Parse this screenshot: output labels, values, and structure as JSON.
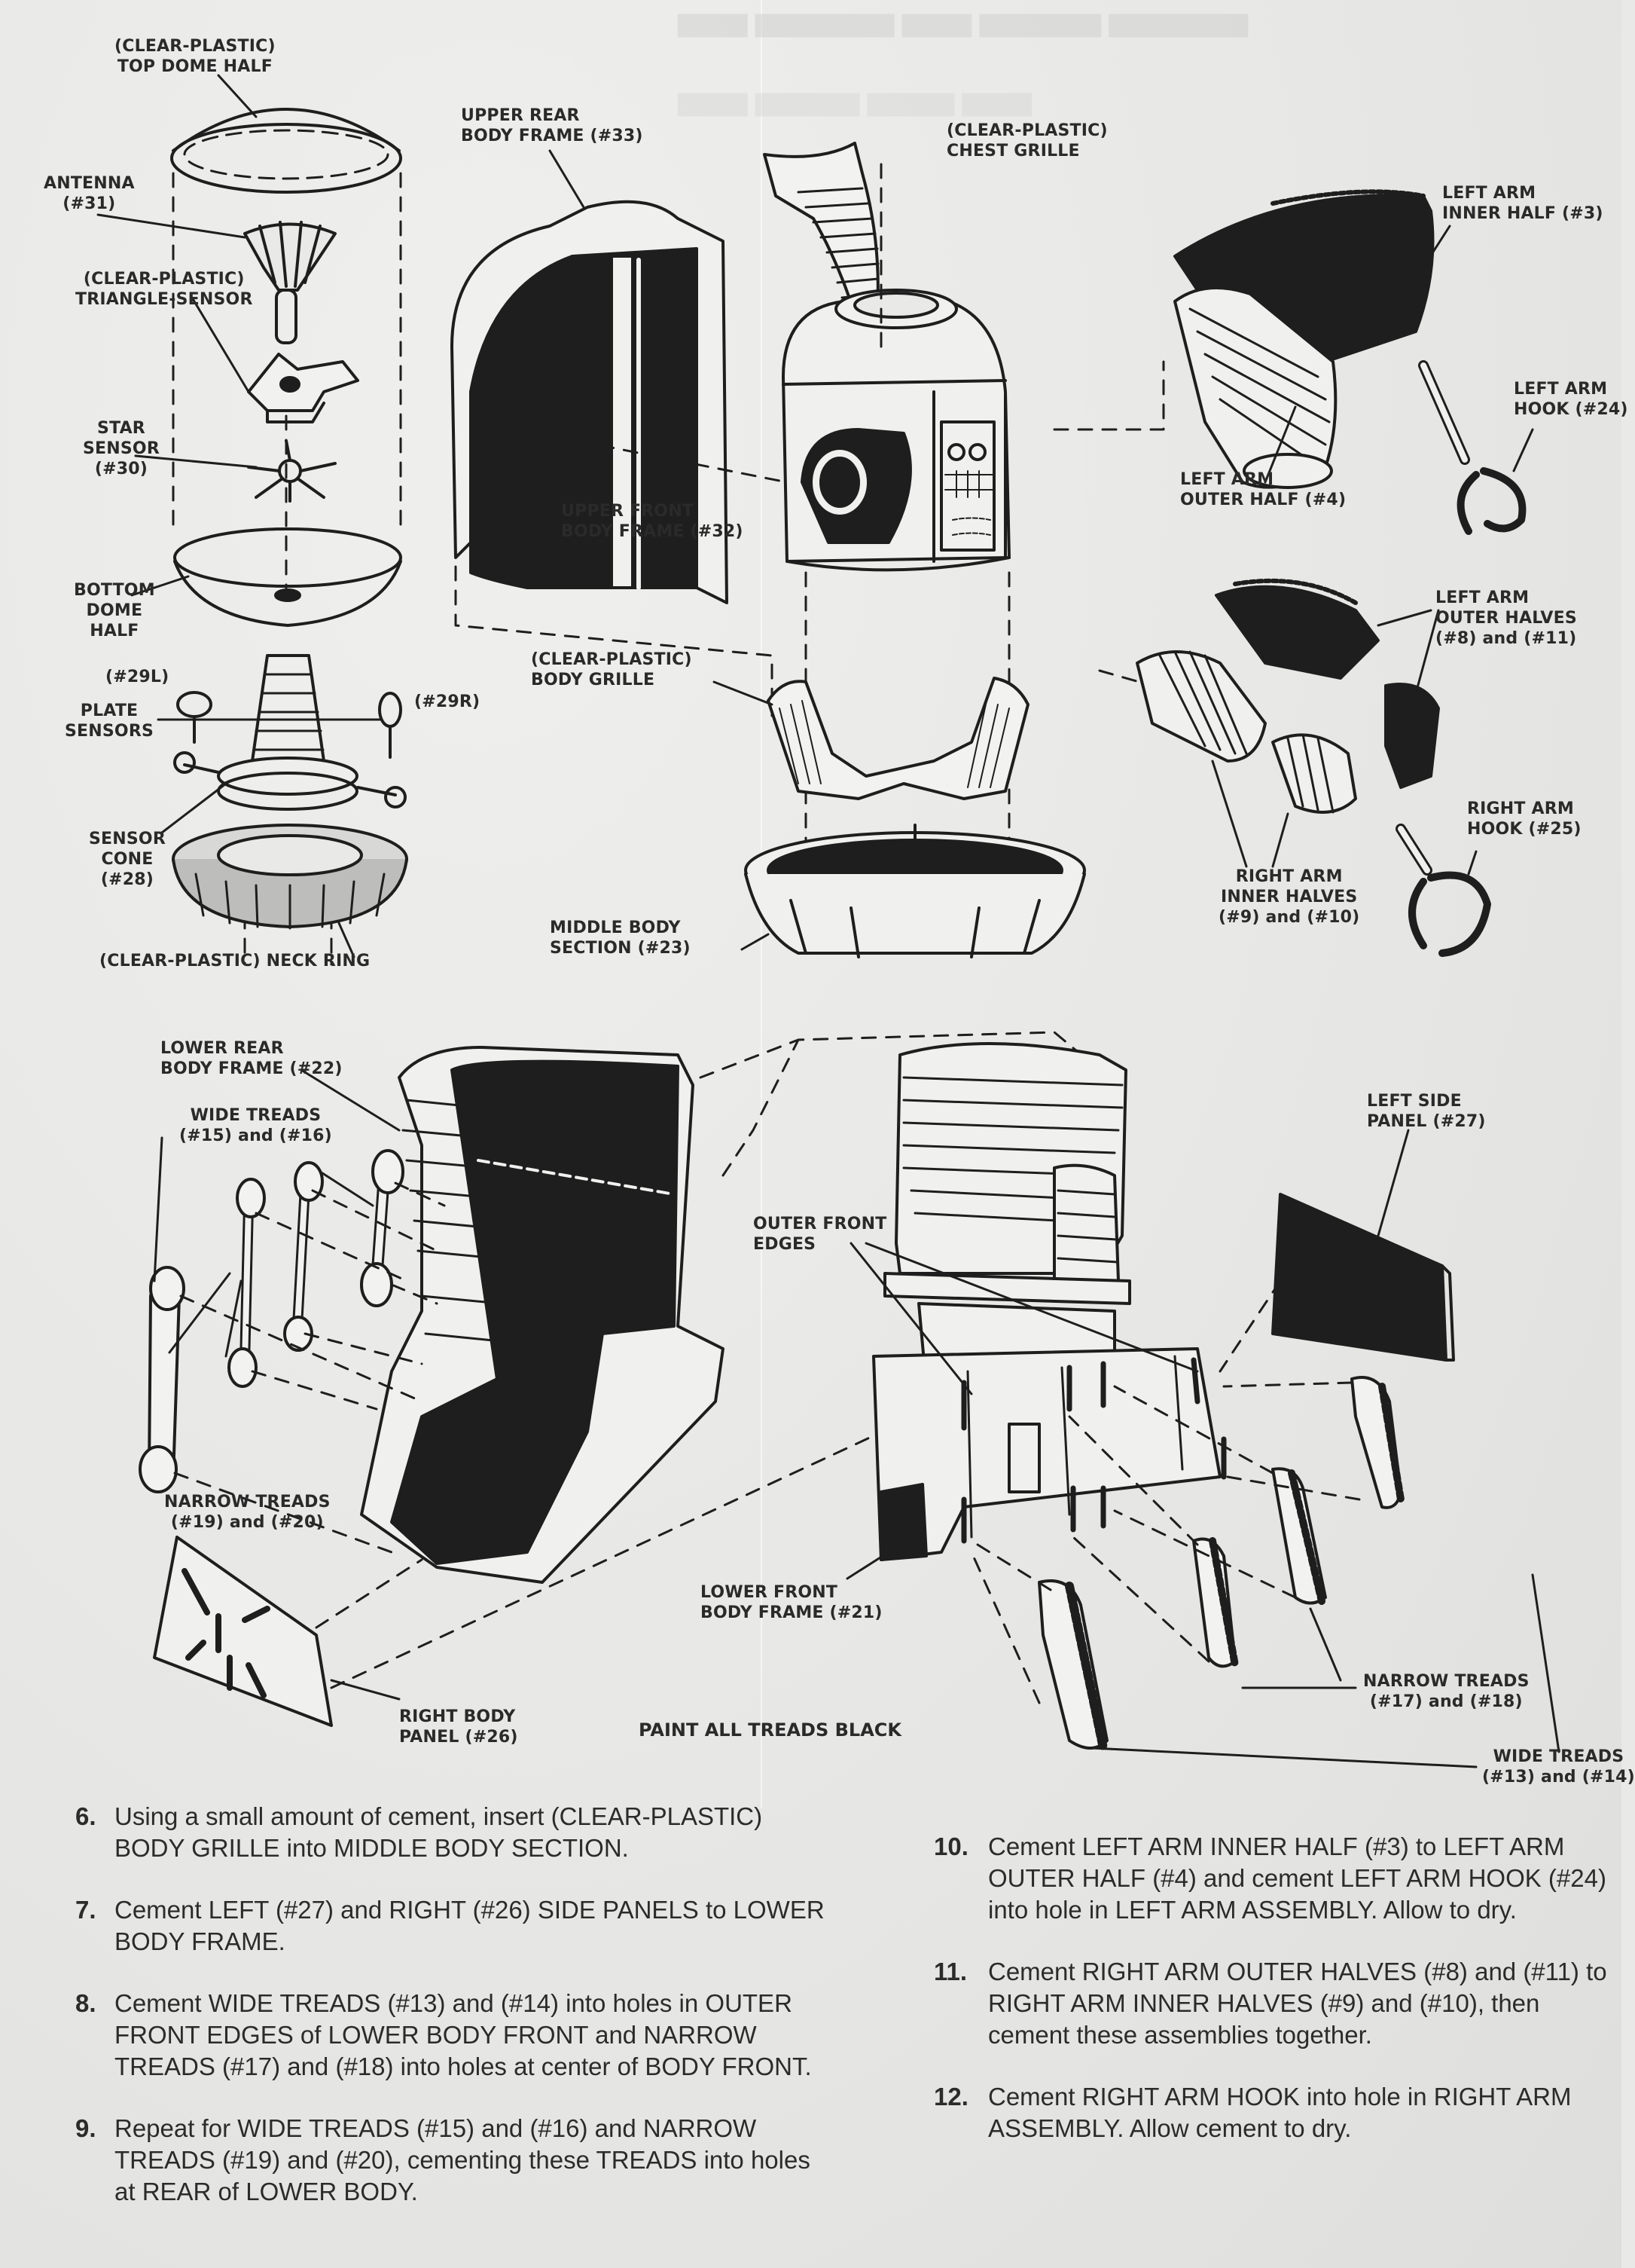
{
  "document": {
    "type": "model kit assembly instructions",
    "paper_color": "#e9e9e7",
    "ink_color": "#2a2a2a"
  },
  "labels": {
    "top_dome": "(CLEAR-PLASTIC)\nTOP DOME HALF",
    "antenna": "ANTENNA\n(#31)",
    "triangle_sensor": "(CLEAR-PLASTIC)\nTRIANGLE-SENSOR",
    "star_sensor": "STAR\nSENSOR\n(#30)",
    "bottom_dome": "BOTTOM\nDOME\nHALF",
    "plate_sensor_left": "(#29L)",
    "plate_sensor_right": "(#29R)",
    "plate_sensors": "PLATE\nSENSORS",
    "sensor_cone": "SENSOR\nCONE\n(#28)",
    "neck_ring": "(CLEAR-PLASTIC) NECK RING",
    "upper_rear_frame": "UPPER REAR\nBODY FRAME (#33)",
    "upper_front_frame": "UPPER FRONT\nBODY FRAME (#32)",
    "chest_grille": "(CLEAR-PLASTIC)\nCHEST GRILLE",
    "left_arm_inner": "LEFT ARM\nINNER HALF (#3)",
    "left_arm_hook": "LEFT ARM\nHOOK (#24)",
    "left_arm_outer": "LEFT ARM\nOUTER HALF (#4)",
    "left_arm_outer_halves": "LEFT ARM\nOUTER HALVES\n(#8) and (#11)",
    "right_arm_hook": "RIGHT ARM\nHOOK (#25)",
    "right_arm_inner_halves": "RIGHT ARM\nINNER HALVES\n(#9) and (#10)",
    "body_grille": "(CLEAR-PLASTIC)\nBODY GRILLE",
    "middle_body": "MIDDLE BODY\nSECTION (#23)",
    "lower_rear_frame": "LOWER REAR\nBODY FRAME (#22)",
    "wide_treads_rear": "WIDE TREADS\n(#15) and (#16)",
    "narrow_treads_rear": "NARROW TREADS\n(#19) and (#20)",
    "outer_front_edges": "OUTER FRONT\nEDGES",
    "left_side_panel": "LEFT SIDE\nPANEL (#27)",
    "lower_front_frame": "LOWER FRONT\nBODY FRAME (#21)",
    "right_body_panel": "RIGHT BODY\nPANEL (#26)",
    "narrow_treads_front": "NARROW TREADS\n(#17) and (#18)",
    "wide_treads_front": "WIDE TREADS\n(#13) and (#14)"
  },
  "note": "PAINT ALL TREADS BLACK",
  "steps": [
    {
      "number": "6.",
      "text": "Using a small amount of cement, insert (CLEAR-PLASTIC) BODY GRILLE into MIDDLE BODY SECTION."
    },
    {
      "number": "7.",
      "text": "Cement LEFT (#27) and RIGHT (#26) SIDE PANELS to LOWER BODY FRAME."
    },
    {
      "number": "8.",
      "text": "Cement WIDE TREADS (#13) and (#14) into holes in OUTER FRONT EDGES of LOWER BODY FRONT and NARROW TREADS (#17) and (#18) into holes at center of BODY FRONT."
    },
    {
      "number": "9.",
      "text": "Repeat for WIDE TREADS (#15) and (#16) and NARROW TREADS (#19) and (#20), cementing these TREADS into holes at REAR of LOWER BODY."
    },
    {
      "number": "10.",
      "text": "Cement LEFT ARM INNER HALF (#3) to LEFT ARM OUTER HALF (#4) and cement LEFT ARM HOOK (#24) into hole in LEFT ARM ASSEMBLY. Allow to dry."
    },
    {
      "number": "11.",
      "text": "Cement RIGHT ARM OUTER HALVES (#8) and (#11) to RIGHT ARM INNER HALVES (#9) and (#10), then cement these assemblies together."
    },
    {
      "number": "12.",
      "text": "Cement RIGHT ARM HOOK into hole in RIGHT ARM ASSEMBLY. Allow cement to dry."
    }
  ]
}
